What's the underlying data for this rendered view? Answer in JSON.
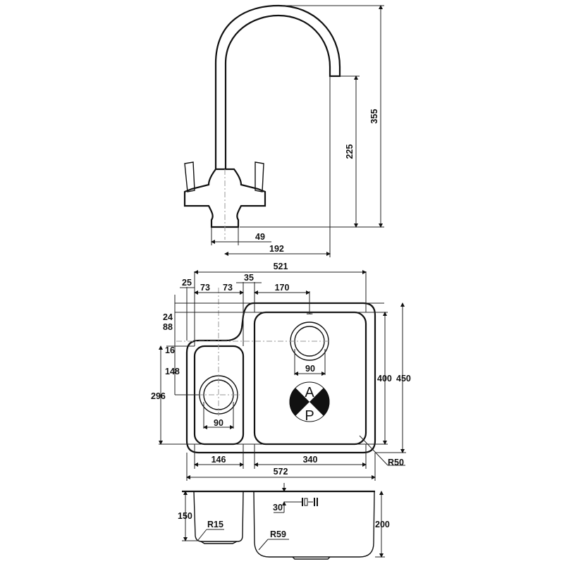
{
  "tap_view": {
    "height_total": "355",
    "spout_height": "225",
    "base_width": "49",
    "spout_reach": "192"
  },
  "plan_view": {
    "overall_inner_width": "521",
    "flange_offset": "25",
    "small_bowl_half_left": "73",
    "small_bowl_half_right": "73",
    "divider_width": "35",
    "large_drain_offset": "170",
    "top_offset": "24",
    "large_drain_from_top": "88",
    "small_bowl_top_offset": "16",
    "small_drain_from_top": "148",
    "small_bowl_length": "296",
    "large_drain_diameter": "90",
    "small_drain_diameter": "90",
    "large_bowl_length": "400",
    "overall_length": "450",
    "small_bowl_width": "146",
    "large_bowl_width": "340",
    "overall_width": "572",
    "corner_radius": "R50",
    "logo": "AP"
  },
  "section_view": {
    "small_bowl_depth": "150",
    "small_bowl_radius": "R15",
    "large_bowl_radius": "R59",
    "large_bowl_depth": "200",
    "overflow_offset": "30"
  }
}
